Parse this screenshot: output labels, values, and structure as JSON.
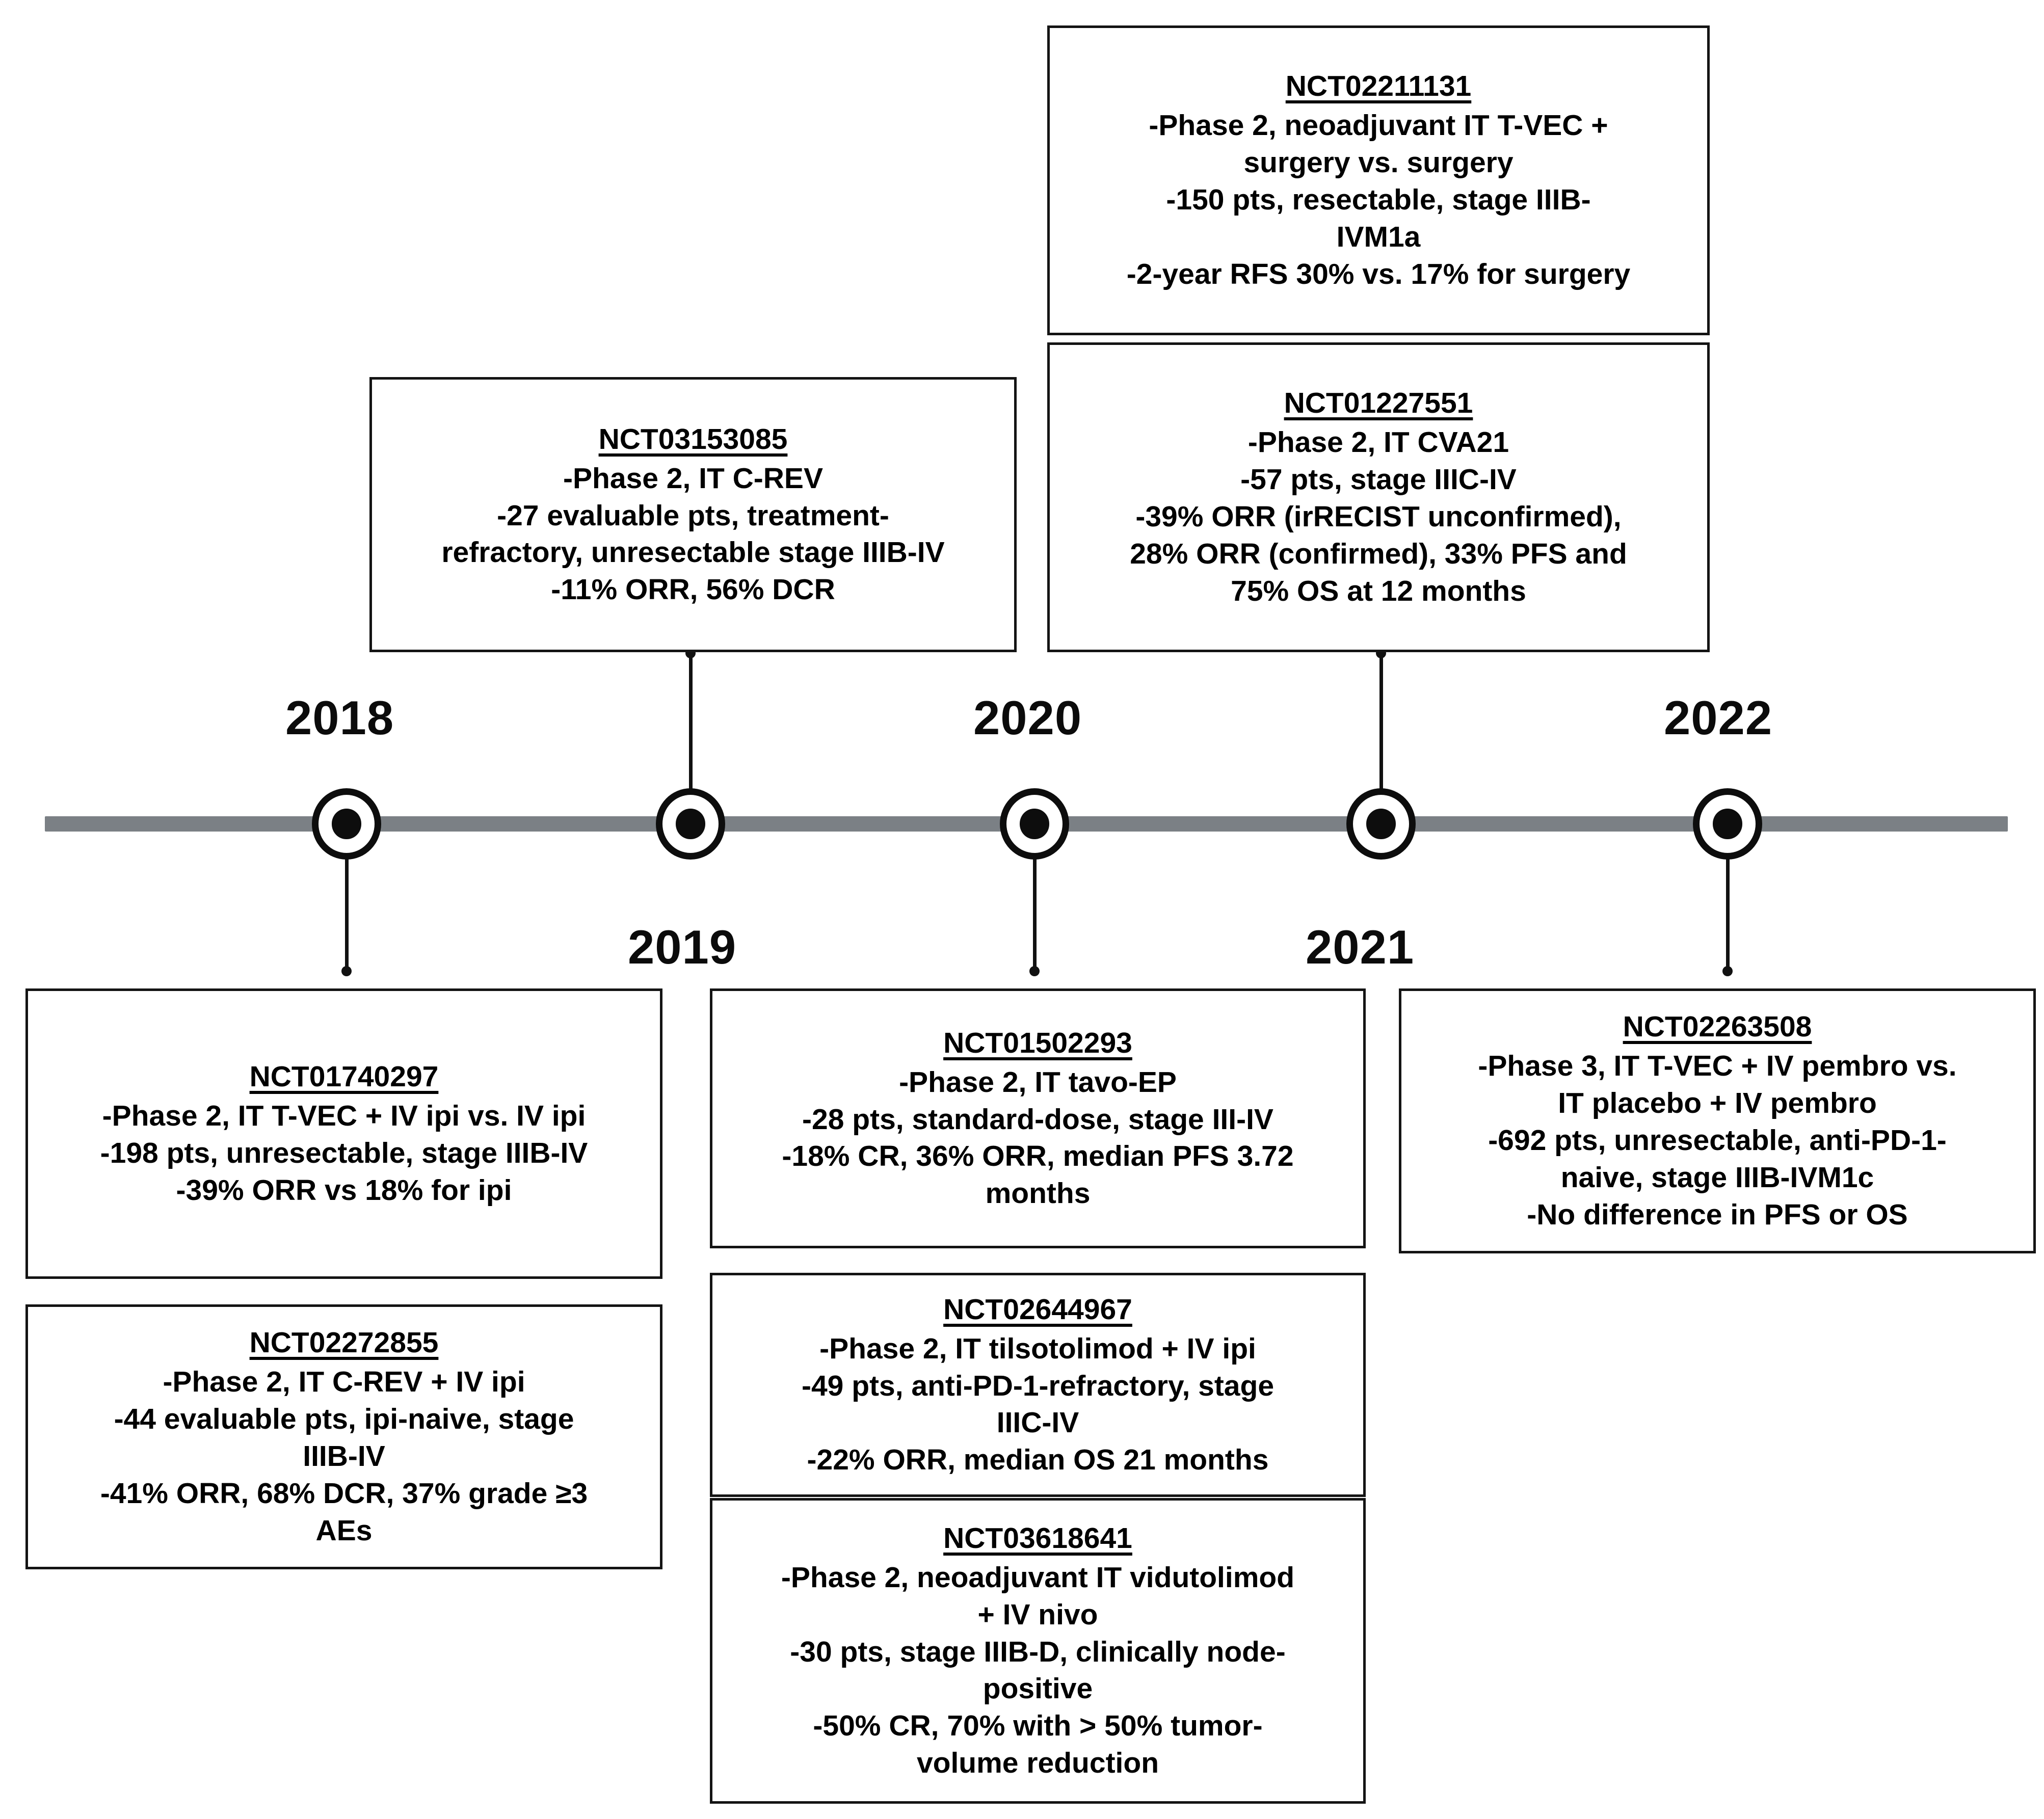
{
  "figure": {
    "type": "timeline",
    "orientation": "horizontal",
    "axis_color": "#7b8085",
    "box_border_color": "#141414",
    "text_color": "#000000"
  },
  "timeline": {
    "years": [
      {
        "label": "2018",
        "position": "above",
        "node_index": 0
      },
      {
        "label": "2019",
        "position": "below",
        "node_index": 1
      },
      {
        "label": "2020",
        "position": "above",
        "node_index": 2
      },
      {
        "label": "2021",
        "position": "below",
        "node_index": 3
      },
      {
        "label": "2022",
        "position": "above",
        "node_index": 4
      }
    ],
    "node_count": 5
  },
  "studies": [
    {
      "id": "NCT02211131",
      "side": "above",
      "node_index": 2,
      "lines": [
        "-Phase 2, neoadjuvant IT T-VEC +",
        "surgery vs. surgery",
        "-150 pts, resectable, stage IIIB-",
        "IVM1a",
        "-2-year RFS 30% vs. 17% for surgery"
      ]
    },
    {
      "id": "NCT01227551",
      "side": "above",
      "node_index": 3,
      "lines": [
        "-Phase 2, IT CVA21",
        "-57 pts, stage IIIC-IV",
        "-39% ORR (irRECIST unconfirmed),",
        "28% ORR (confirmed), 33% PFS and",
        "75% OS at 12 months"
      ]
    },
    {
      "id": "NCT03153085",
      "side": "above",
      "node_index": 1,
      "lines": [
        "-Phase 2, IT C-REV",
        "-27 evaluable pts, treatment-",
        "refractory, unresectable stage IIIB-IV",
        "-11% ORR, 56% DCR"
      ]
    },
    {
      "id": "NCT01740297",
      "side": "below",
      "node_index": 0,
      "lines": [
        "-Phase 2, IT T-VEC + IV ipi vs. IV ipi",
        "-198 pts, unresectable, stage IIIB-IV",
        "-39% ORR vs 18% for ipi"
      ]
    },
    {
      "id": "NCT02272855",
      "side": "below",
      "node_index": 0,
      "lines": [
        "-Phase 2, IT C-REV + IV ipi",
        "-44 evaluable pts, ipi-naive, stage",
        "IIIB-IV",
        "-41% ORR, 68% DCR, 37% grade ≥3",
        "AEs"
      ]
    },
    {
      "id": "NCT01502293",
      "side": "below",
      "node_index": 2,
      "lines": [
        "-Phase 2, IT tavo-EP",
        "-28 pts, standard-dose, stage III-IV",
        "-18% CR, 36% ORR, median PFS 3.72",
        "months"
      ]
    },
    {
      "id": "NCT02644967",
      "side": "below",
      "node_index": 2,
      "lines": [
        "-Phase 2, IT tilsotolimod + IV ipi",
        "-49 pts, anti-PD-1-refractory, stage",
        "IIIC-IV",
        "-22% ORR, median OS 21 months"
      ]
    },
    {
      "id": "NCT03618641",
      "side": "below",
      "node_index": 2,
      "lines": [
        "-Phase 2, neoadjuvant IT vidutolimod",
        "+ IV nivo",
        "-30 pts, stage IIIB-D, clinically node-",
        "positive",
        "-50% CR, 70% with > 50% tumor-",
        "volume reduction"
      ]
    },
    {
      "id": "NCT02263508",
      "side": "below",
      "node_index": 4,
      "lines": [
        "-Phase 3, IT T-VEC + IV pembro vs.",
        "IT placebo + IV pembro",
        "-692 pts, unresectable, anti-PD-1-",
        "naive, stage IIIB-IVM1c",
        "-No difference in PFS or OS"
      ]
    }
  ]
}
